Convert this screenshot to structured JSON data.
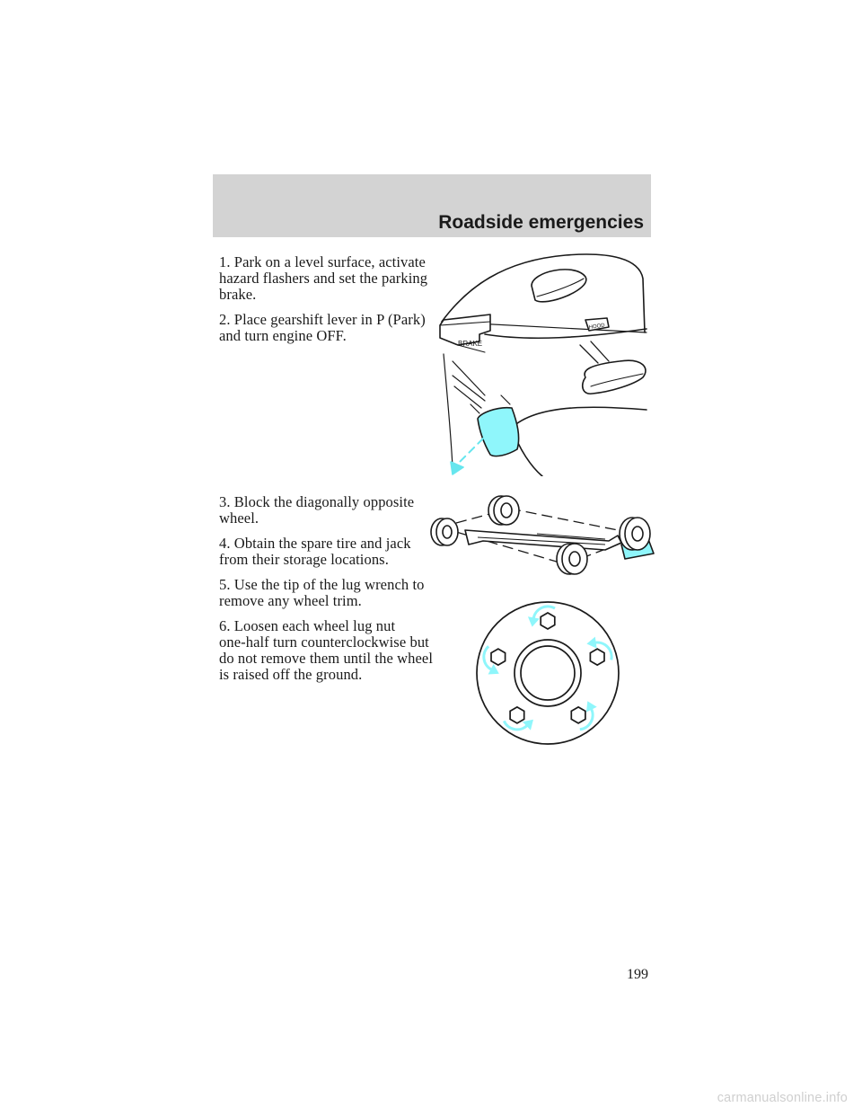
{
  "header": {
    "section_title": "Roadside emergencies"
  },
  "steps_group_1": [
    "1. Park on a level surface, activate\nhazard flashers and set the parking\nbrake.",
    "2. Place gearshift lever in P (Park)\nand turn engine OFF."
  ],
  "steps_group_2": [
    "3. Block the diagonally opposite\nwheel.",
    "4. Obtain the spare tire and jack\nfrom their storage locations.",
    "5. Use the tip of the lug wrench to\nremove any wheel trim.",
    "6. Loosen each wheel lug nut\none-half turn counterclockwise but\ndo not remove them until the wheel\nis raised off the ground."
  ],
  "figures": {
    "brake": {
      "brake_label": "BRAKE",
      "hood_label": "HOOD",
      "highlight_color": "#8ff6fb"
    },
    "wheels": {
      "block_color": "#8ff6fb"
    },
    "lug": {
      "arrow_color": "#8ff6fb"
    }
  },
  "page_number": "199",
  "watermark": "carmanualsonline.info"
}
